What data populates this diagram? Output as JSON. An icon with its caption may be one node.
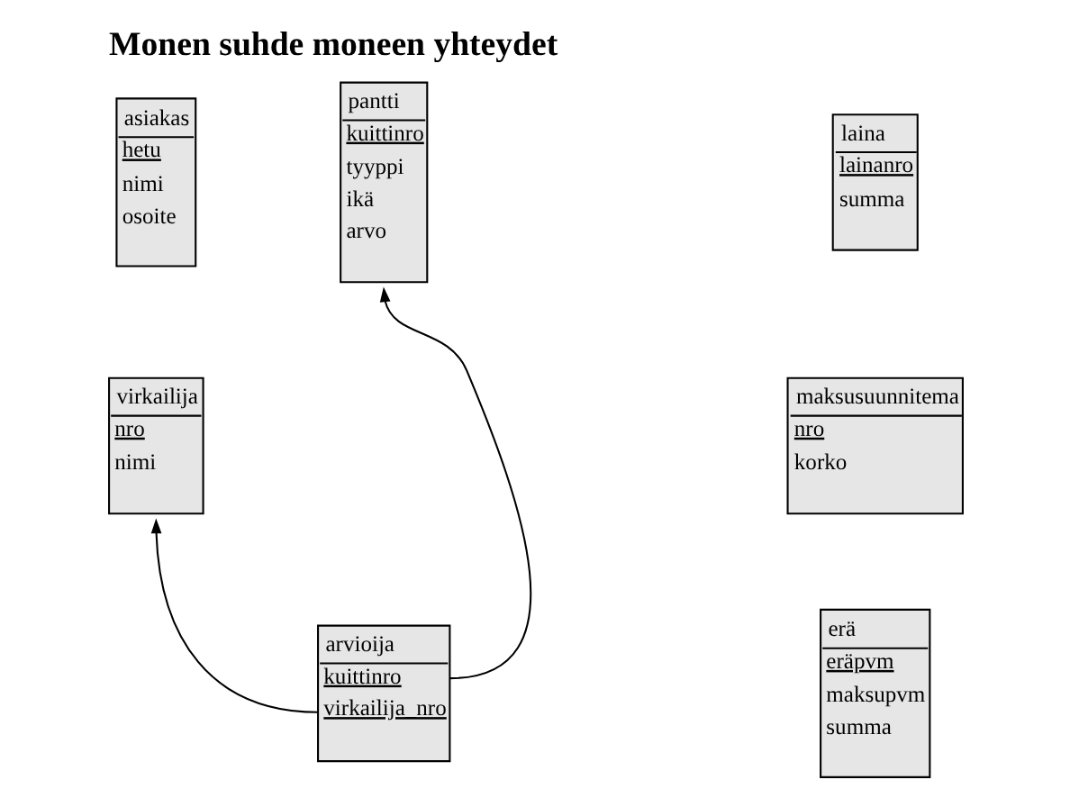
{
  "diagram": {
    "title": "Monen suhde moneen yhteydet",
    "nodes": [
      {
        "text": [
          "asiakas",
          "hetu",
          "nimi",
          "osoite"
        ]
      },
      {
        "text": [
          "pantti",
          "kuittinro",
          "tyyppi",
          "ikä",
          "arvo"
        ]
      },
      {
        "text": [
          "laina",
          "lainanro",
          "summa"
        ]
      },
      {
        "text": [
          "maksusuunnitema",
          "nro",
          "korko"
        ]
      },
      {
        "text": [
          "virkailija",
          "nro",
          "nimi"
        ]
      },
      {
        "text": [
          "arvioija",
          "kuittinro",
          "virkailija_nro"
        ]
      },
      {
        "text": [
          "erä",
          "eräpvm",
          "maksupvm",
          "summa"
        ]
      }
    ],
    "edges": [
      {
        "from": 5,
        "to": 1,
        "arrow": "to"
      },
      {
        "from": 5,
        "to": 4,
        "arrow": "to"
      }
    ]
  }
}
